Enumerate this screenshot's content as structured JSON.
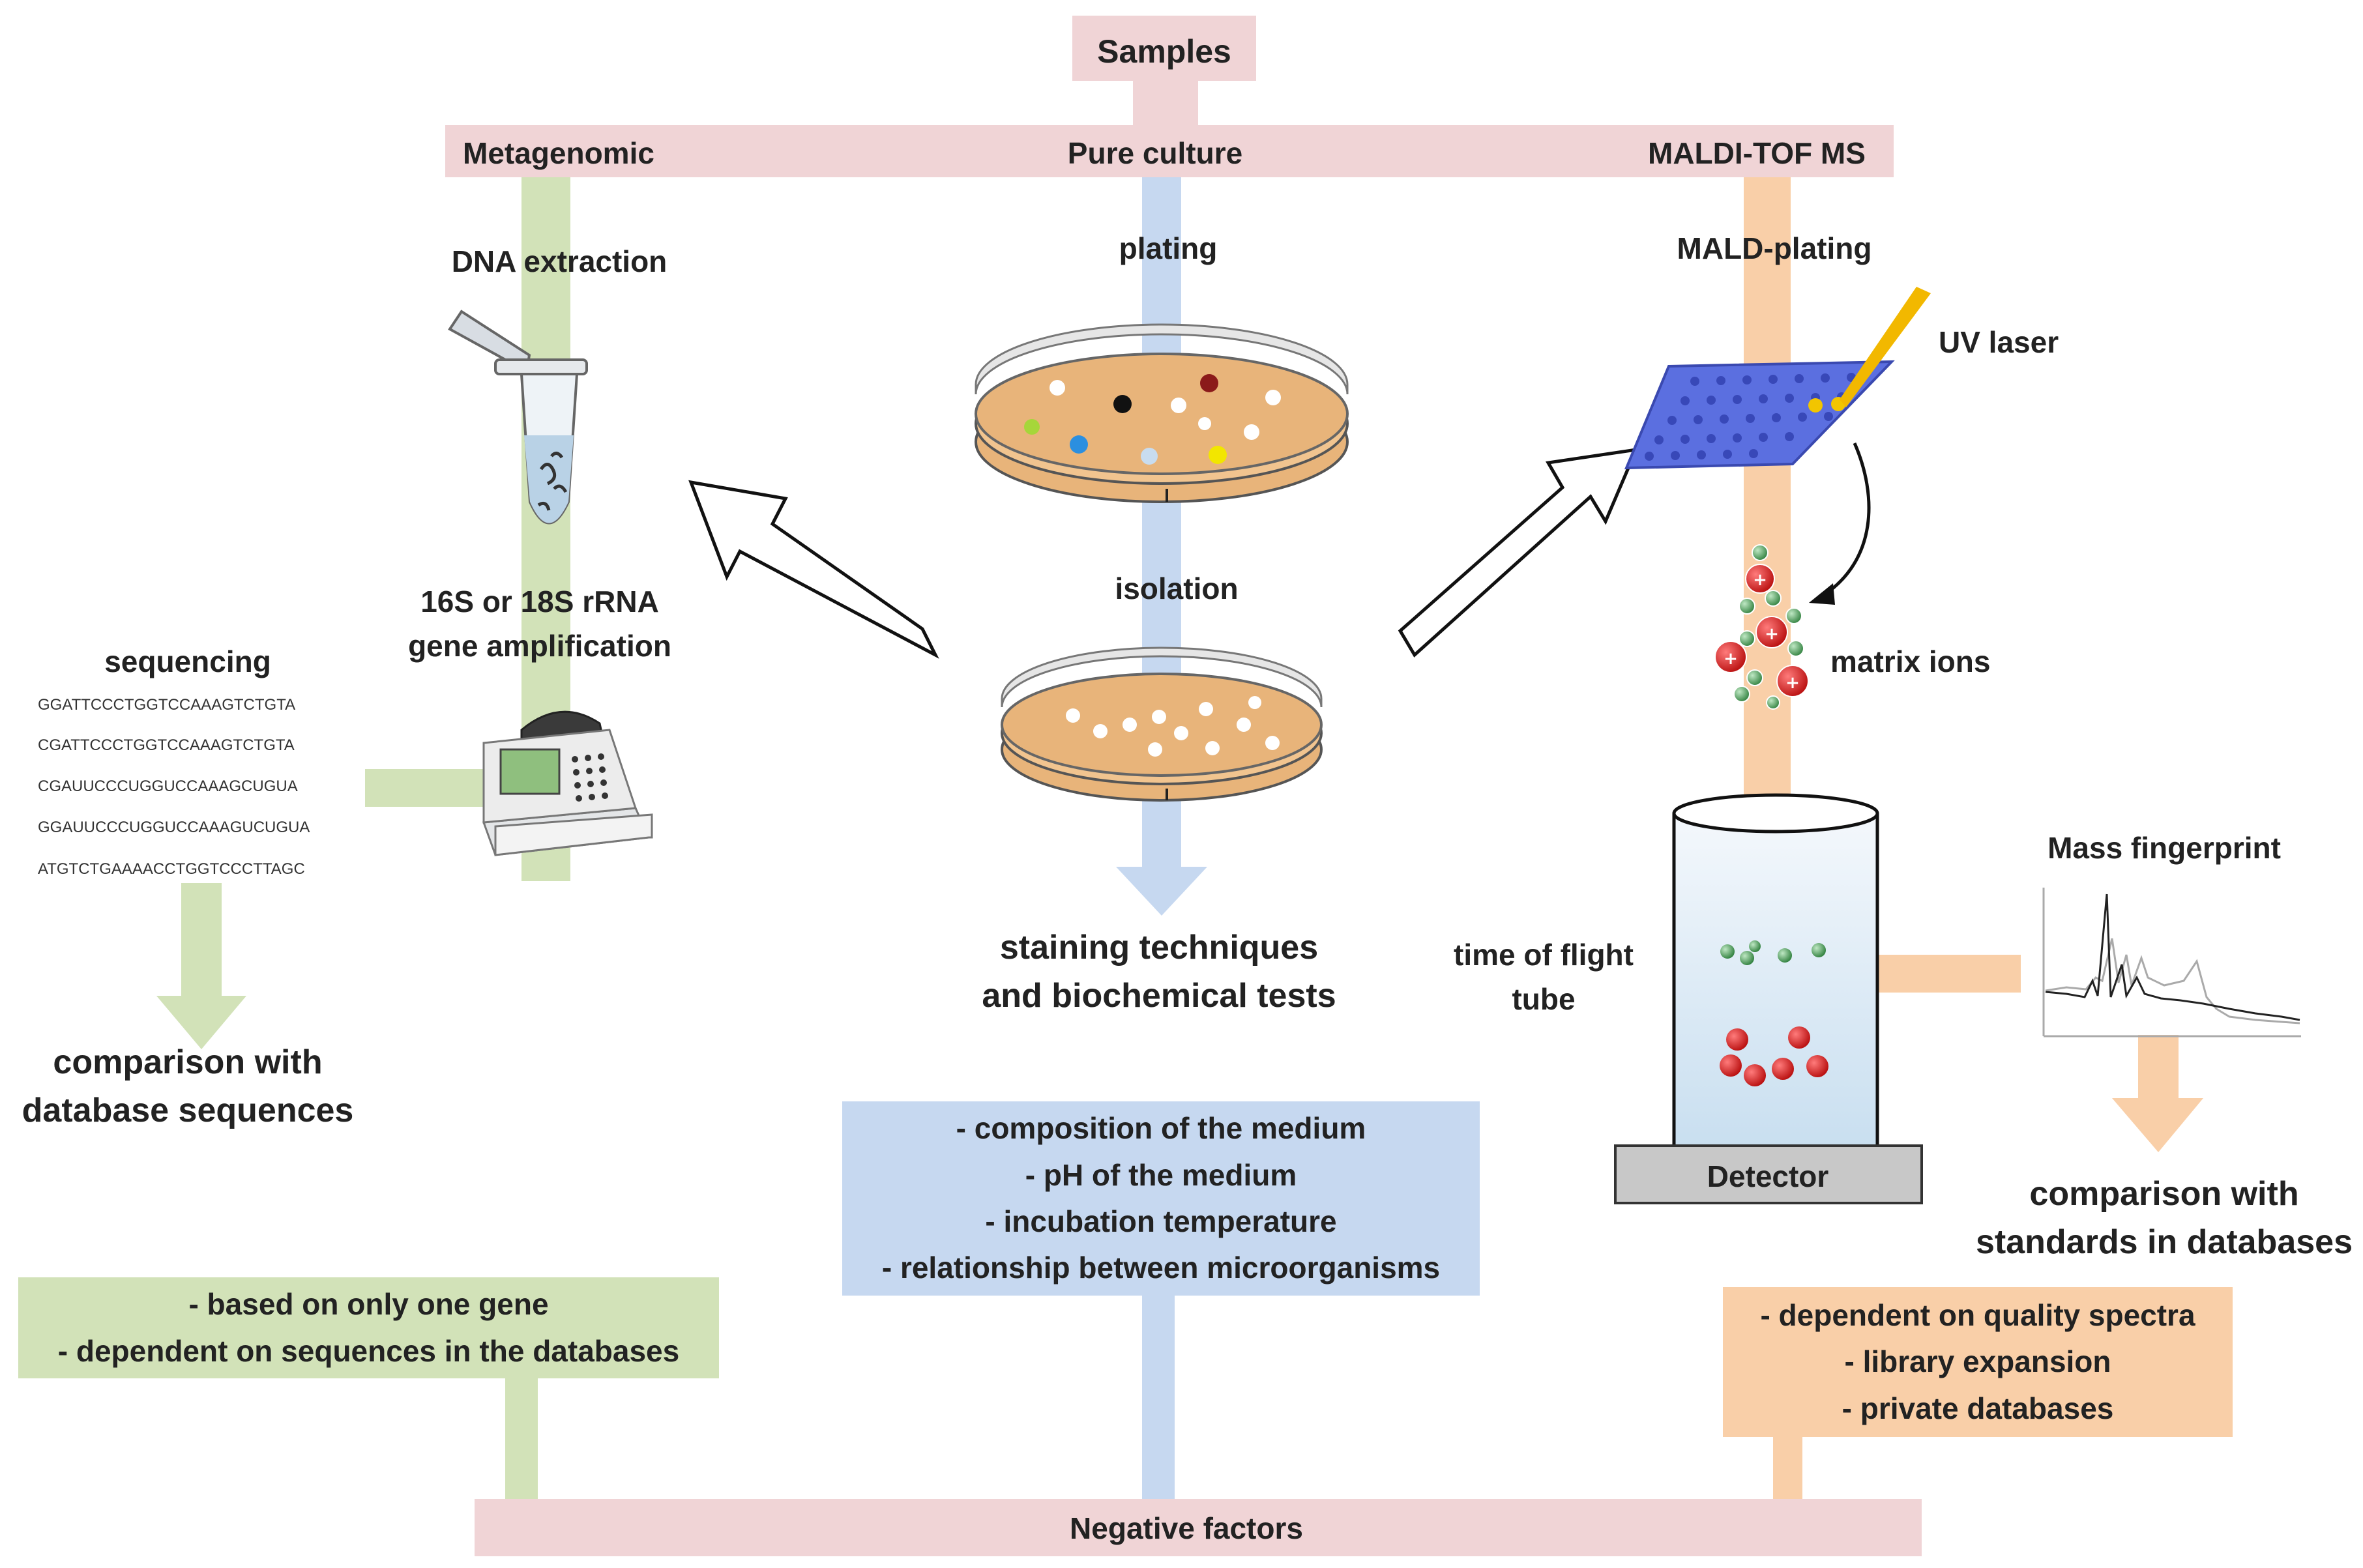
{
  "colors": {
    "pink": "#f0d4d6",
    "green": "#d2e2b8",
    "blue": "#c6d8f0",
    "orange": "#f9cfa8",
    "agar": "#e8b47a",
    "plate_blue": "#5b6fe0",
    "ion_red": "#d62020",
    "ion_green": "#3f9b4f"
  },
  "header": {
    "samples": "Samples",
    "metagenomic": "Metagenomic",
    "pure_culture": "Pure culture",
    "maldi": "MALDI-TOF MS"
  },
  "metagenomic": {
    "dna_extraction": "DNA extraction",
    "amplification_l1": "16S or 18S rRNA",
    "amplification_l2": "gene amplification",
    "sequencing": "sequencing",
    "sequences": [
      "GGATTCCCTGGTCCAAAGTCTGTA",
      "CGATTCCCTGGTCCAAAGTCTGTA",
      "CGAUUCCCUGGUCCAAAGCUGUA",
      "GGAUUCCCUGGUCCAAAGUCUGUA",
      "ATGTCTGAAAACCTGGTCCCTTAGC"
    ],
    "comparison_l1": "comparison with",
    "comparison_l2": "database sequences",
    "negatives": [
      "- based on only one gene",
      "- dependent on sequences in the databases"
    ]
  },
  "culture": {
    "plating": "plating",
    "isolation": "isolation",
    "staining_l1": "staining techniques",
    "staining_l2": "and biochemical tests",
    "negatives": [
      "- composition of the medium",
      "- pH of the medium",
      "- incubation temperature",
      "- relationship between microorganisms"
    ]
  },
  "maldi": {
    "plating": "MALD-plating",
    "uv_laser": "UV laser",
    "matrix_ions": "matrix ions",
    "tof_l1": "time of flight",
    "tof_l2": "tube",
    "detector": "Detector",
    "fingerprint": "Mass fingerprint",
    "comparison_l1": "comparison with",
    "comparison_l2": "standards in databases",
    "negatives": [
      "- dependent on quality spectra",
      "- library expansion",
      "- private databases"
    ]
  },
  "footer": {
    "negative_factors": "Negative factors"
  }
}
